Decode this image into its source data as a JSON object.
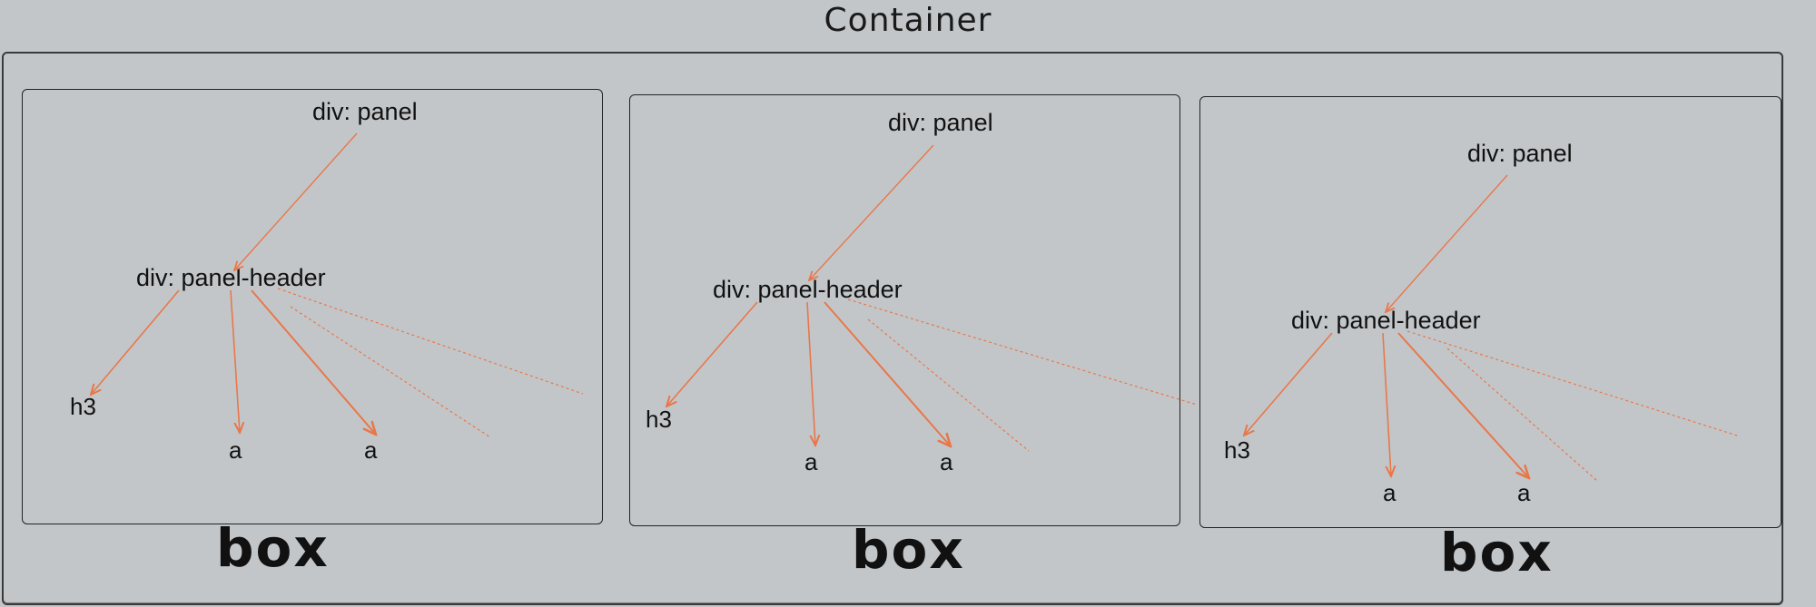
{
  "diagram": {
    "title": "Container",
    "colors": {
      "background": "#c3c6c9",
      "border": "#222222",
      "arrow": "#e8774a",
      "text": "#111111"
    },
    "boxes": [
      {
        "label": "box",
        "nodes": {
          "panel": "div: panel",
          "panel_header": "div: panel-header",
          "h3": "h3",
          "a1": "a",
          "a2": "a"
        }
      },
      {
        "label": "box",
        "nodes": {
          "panel": "div: panel",
          "panel_header": "div: panel-header",
          "h3": "h3",
          "a1": "a",
          "a2": "a"
        }
      },
      {
        "label": "box",
        "nodes": {
          "panel": "div: panel",
          "panel_header": "div: panel-header",
          "h3": "h3",
          "a1": "a",
          "a2": "a"
        }
      }
    ],
    "edges": [
      {
        "from": "div: panel",
        "to": "div: panel-header",
        "style": "solid-arrow"
      },
      {
        "from": "div: panel-header",
        "to": "h3",
        "style": "solid-arrow"
      },
      {
        "from": "div: panel-header",
        "to": "a",
        "style": "solid-arrow"
      },
      {
        "from": "div: panel-header",
        "to": "a",
        "style": "solid-arrow"
      },
      {
        "from": "div: panel-header",
        "to": "",
        "style": "dotted"
      },
      {
        "from": "div: panel-header",
        "to": "",
        "style": "dotted"
      }
    ]
  }
}
